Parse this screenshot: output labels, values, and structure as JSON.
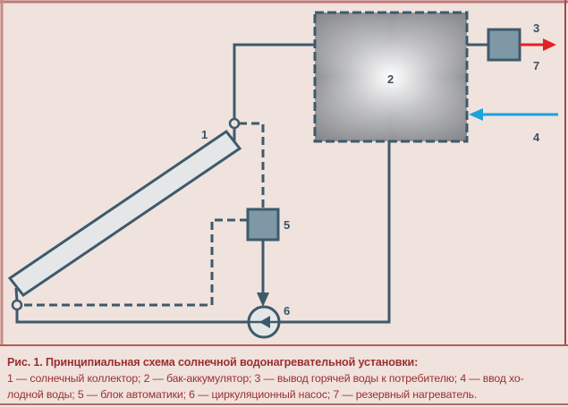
{
  "figure": {
    "title": "Рис. 1. Принципиальная схема солнечной водонагревательной установки:",
    "legend_line1": "1 — солнечный коллектор; 2 — бак-аккумулятор; 3 — вывод горячей воды к потребителю; 4 — ввод хо-",
    "legend_line2": "лодной воды; 5 — блок автоматики; 6 — циркуляционный насос; 7 — резервный нагреватель."
  },
  "diagram": {
    "labels": {
      "collector": "1",
      "tank": "2",
      "hot_water_out": "3",
      "cold_water_in": "4",
      "automation_block": "5",
      "pump": "6",
      "backup_heater": "7"
    },
    "components": [
      {
        "id": "1",
        "name": "солнечный коллектор"
      },
      {
        "id": "2",
        "name": "бак-аккумулятор"
      },
      {
        "id": "3",
        "name": "вывод горячей воды к потребителю"
      },
      {
        "id": "4",
        "name": "ввод холодной воды"
      },
      {
        "id": "5",
        "name": "блок автоматики"
      },
      {
        "id": "6",
        "name": "циркуляционный насос"
      },
      {
        "id": "7",
        "name": "резервный нагреватель"
      }
    ],
    "colors": {
      "background": "#f0e2dd",
      "frame": "#c07a78",
      "pipe": "#3d5a6c",
      "block_fill": "#7f98a6",
      "collector_fill": "#e4e6e8",
      "hot_arrow": "#e32027",
      "cold_arrow": "#1aa3de",
      "caption_text": "#9b2f2f"
    }
  }
}
